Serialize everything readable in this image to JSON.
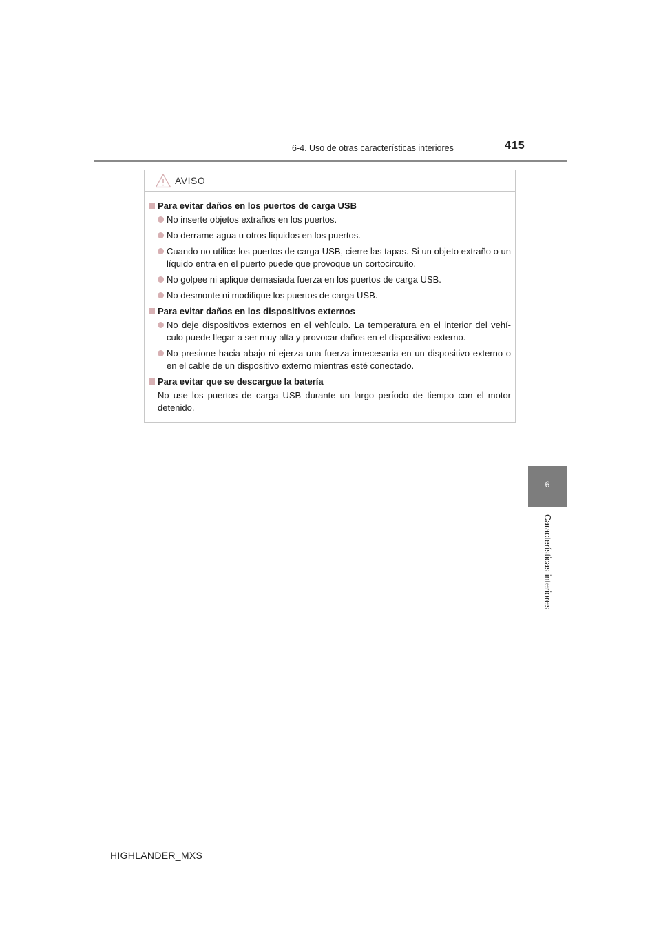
{
  "header": {
    "section": "6-4. Uso de otras características interiores",
    "page_number": "415"
  },
  "side_tab": {
    "chapter_number": "6",
    "chapter_title": "Características interiores"
  },
  "warning": {
    "title": "AVISO",
    "icon": "warning-triangle-icon",
    "sections": [
      {
        "heading": "Para evitar daños en los puertos de carga USB",
        "bullets": [
          "No inserte objetos extraños en los puertos.",
          "No derrame agua u otros líquidos en los puertos.",
          "Cuando no utilice los puertos de carga USB, cierre las tapas. Si un objeto extraño o un líquido entra en el puerto puede que provoque un cortocircuito.",
          "No golpee ni aplique demasiada fuerza en los puertos de carga USB.",
          "No desmonte ni modifique los puertos de carga USB."
        ]
      },
      {
        "heading": "Para evitar daños en los dispositivos externos",
        "bullets": [
          "No deje dispositivos externos en el vehículo. La temperatura en el interior del vehí- culo puede llegar a ser muy alta y provocar daños en el dispositivo externo.",
          "No presione hacia abajo ni ejerza una fuerza innecesaria en un dispositivo externo o en el cable de un dispositivo externo mientras esté conectado."
        ]
      },
      {
        "heading": "Para evitar que se descargue la batería",
        "text": "No use los puertos de carga USB durante un largo período de tiempo con el motor detenido."
      }
    ]
  },
  "footer": {
    "model": "HIGHLANDER_MXS"
  },
  "colors": {
    "accent": "#d7b0b3",
    "rule": "#8a8a8a",
    "tab": "#7d7d7d"
  }
}
